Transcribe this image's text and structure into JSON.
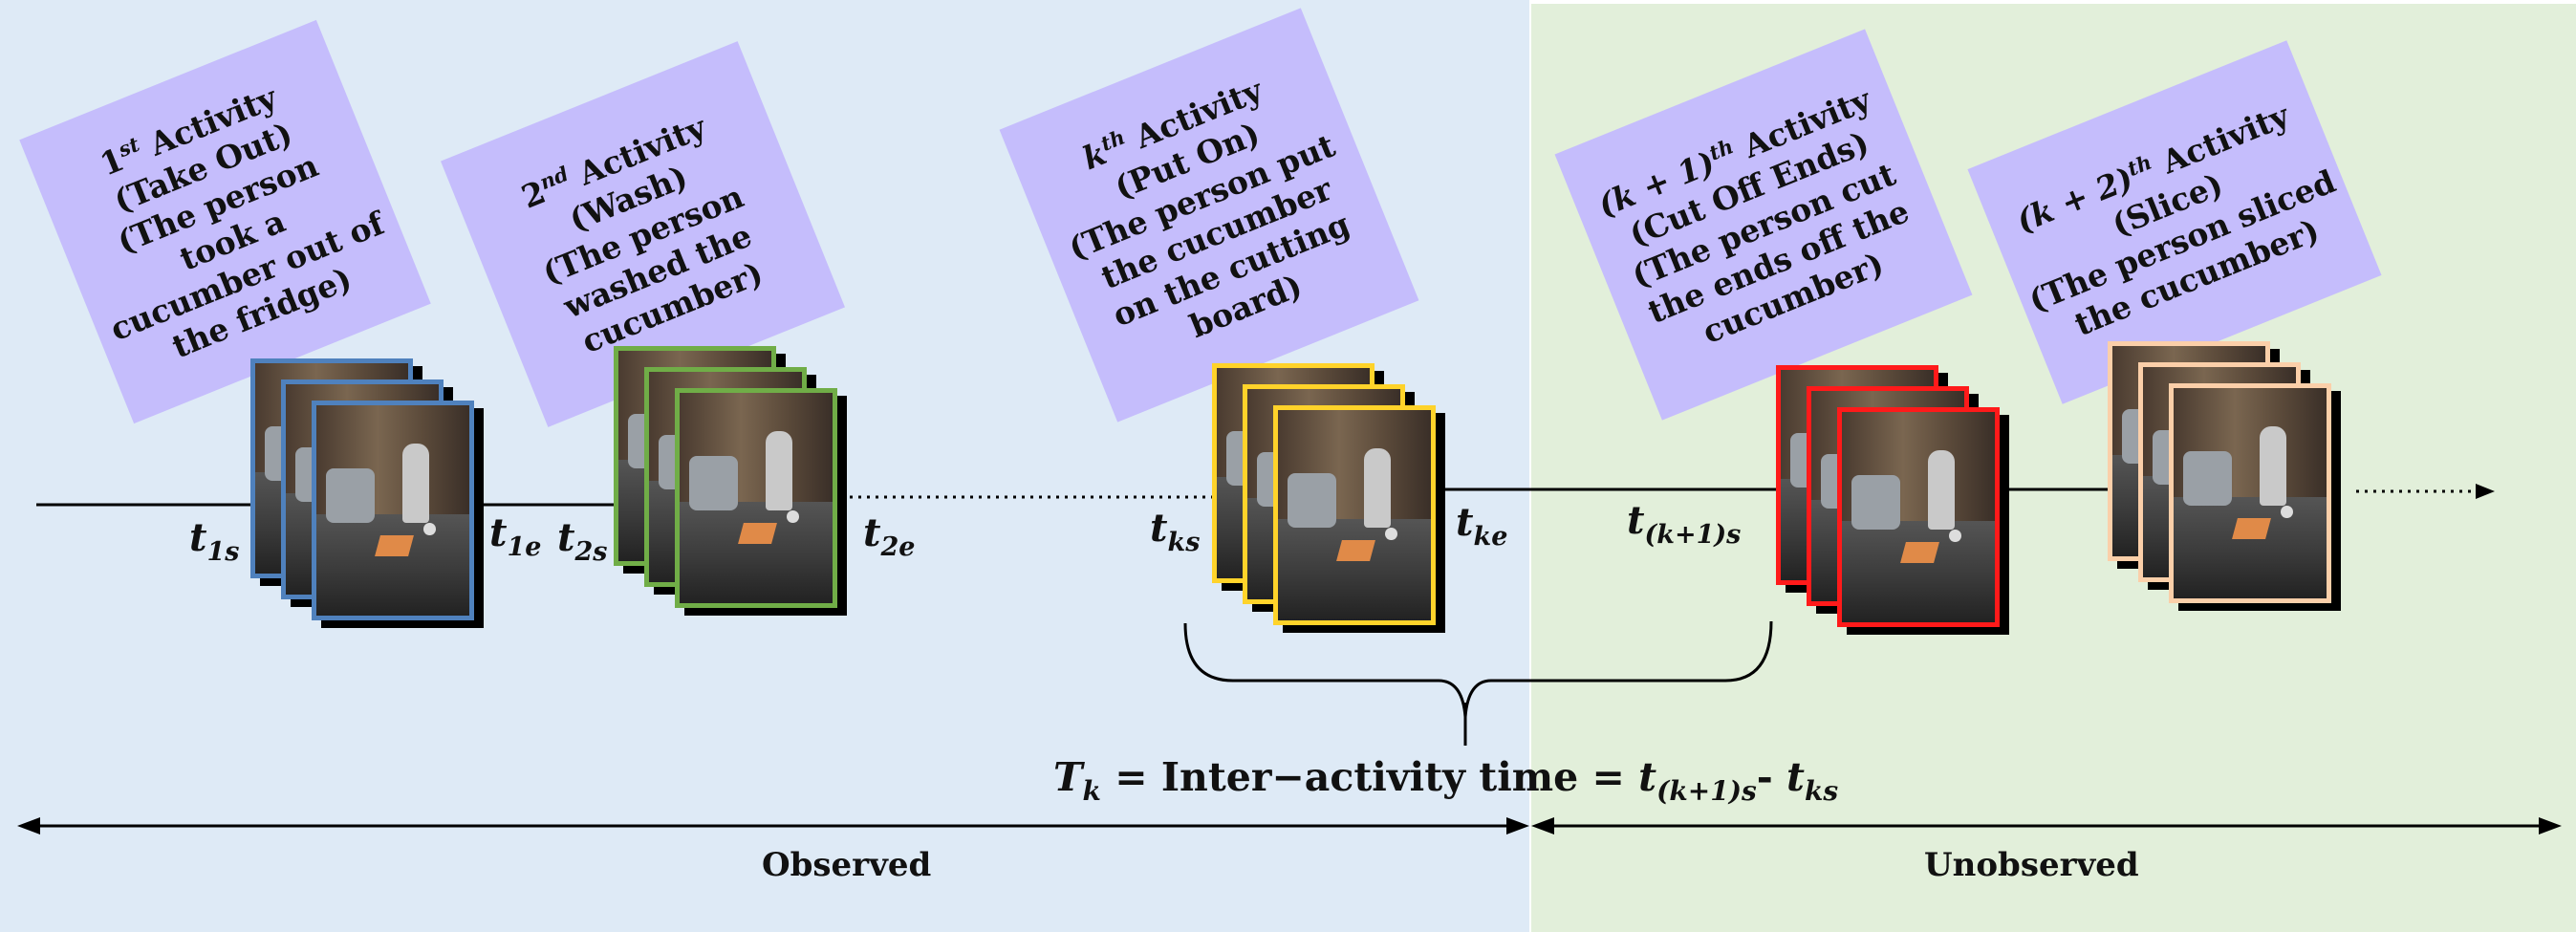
{
  "activities": [
    {
      "id": "a1",
      "border_color": "#4f81bd",
      "note": {
        "lines": [
          "1^st Activity",
          "(Take Out)",
          "(The person",
          "took a",
          "cucumber out of",
          "the fridge)"
        ]
      },
      "start_label": {
        "base": "t",
        "sub": "1s"
      },
      "end_label": {
        "base": "t",
        "sub": "1e"
      }
    },
    {
      "id": "a2",
      "border_color": "#70ad47",
      "note": {
        "lines": [
          "2^nd Activity",
          "(Wash)",
          "(The person",
          "washed the",
          "cucumber)"
        ]
      },
      "start_label": {
        "base": "t",
        "sub": "2s"
      },
      "end_label": {
        "base": "t",
        "sub": "2e"
      }
    },
    {
      "id": "ak",
      "border_color": "#ffd32a",
      "note": {
        "lines": [
          "k^th Activity",
          "(Put On)",
          "(The person put",
          "the cucumber",
          "on the cutting",
          "board)"
        ]
      },
      "start_label": {
        "base": "t",
        "sub": "ks"
      },
      "end_label": {
        "base": "t",
        "sub": "ke"
      }
    },
    {
      "id": "ak1",
      "border_color": "#ff1a1a",
      "note": {
        "lines": [
          "(k + 1)^th Activity",
          "(Cut Off Ends)",
          "(The person cut",
          "the ends off the",
          "cucumber)"
        ]
      },
      "start_label": {
        "base": "t",
        "sub": "(k+1)s"
      }
    },
    {
      "id": "ak2",
      "border_color": "#fbcfa9",
      "note": {
        "lines": [
          "(k + 2)^th Activity",
          "(Slice)",
          "(The person sliced",
          "the cucumber)"
        ]
      }
    }
  ],
  "formula": {
    "lhs_base": "T",
    "lhs_sub": "k",
    "eq1": "= Inter−activity time =",
    "rhs1_base": "t",
    "rhs1_sub": "(k+1)s",
    "minus": "-",
    "rhs2_base": "t",
    "rhs2_sub": "ks"
  },
  "regions": {
    "observed": {
      "label": "Observed",
      "color": "#deeaf6"
    },
    "unobserved": {
      "label": "Unobserved",
      "color": "#e2efda"
    }
  },
  "colors": {
    "note_bg": "#c5bdfc",
    "line": "#000000"
  }
}
